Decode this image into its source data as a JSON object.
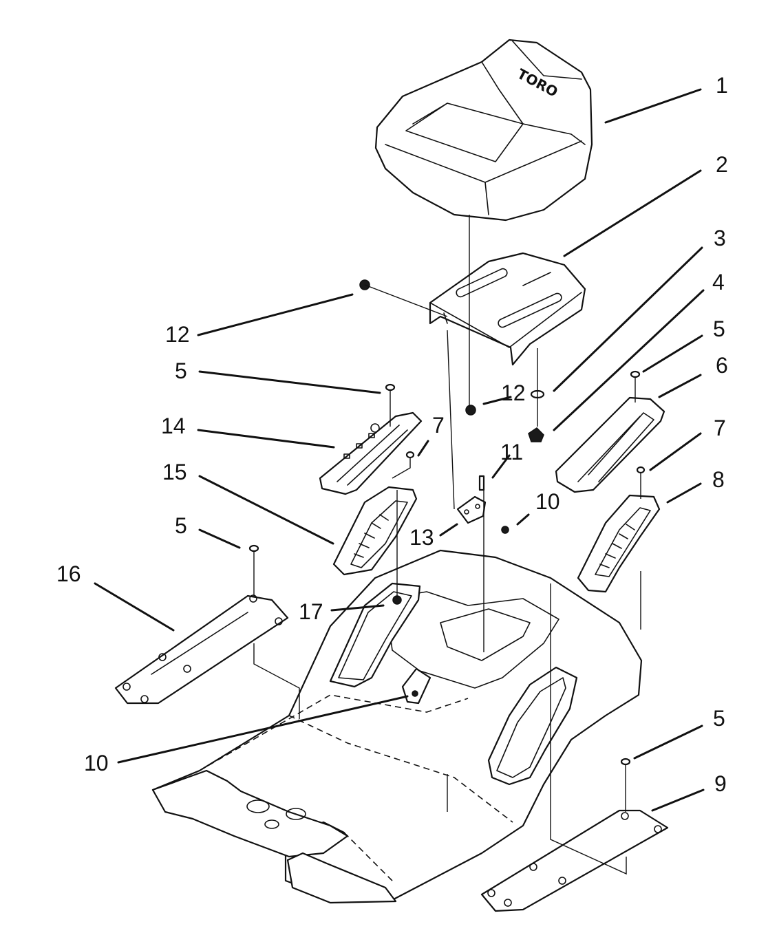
{
  "diagram": {
    "seat_logo": "TORO",
    "callouts": [
      {
        "id": "c1",
        "text": "1"
      },
      {
        "id": "c2",
        "text": "2"
      },
      {
        "id": "c3",
        "text": "3"
      },
      {
        "id": "c4",
        "text": "4"
      },
      {
        "id": "c5a",
        "text": "5"
      },
      {
        "id": "c6",
        "text": "6"
      },
      {
        "id": "c7a",
        "text": "7"
      },
      {
        "id": "c8",
        "text": "8"
      },
      {
        "id": "c12a",
        "text": "12"
      },
      {
        "id": "c5b",
        "text": "5"
      },
      {
        "id": "c14",
        "text": "14"
      },
      {
        "id": "c12b",
        "text": "12"
      },
      {
        "id": "c7b",
        "text": "7"
      },
      {
        "id": "c11",
        "text": "11"
      },
      {
        "id": "c15",
        "text": "15"
      },
      {
        "id": "c10a",
        "text": "10"
      },
      {
        "id": "c13",
        "text": "13"
      },
      {
        "id": "c5c",
        "text": "5"
      },
      {
        "id": "c16",
        "text": "16"
      },
      {
        "id": "c17",
        "text": "17"
      },
      {
        "id": "c10b",
        "text": "10"
      },
      {
        "id": "c5d",
        "text": "5"
      },
      {
        "id": "c9",
        "text": "9"
      }
    ]
  }
}
